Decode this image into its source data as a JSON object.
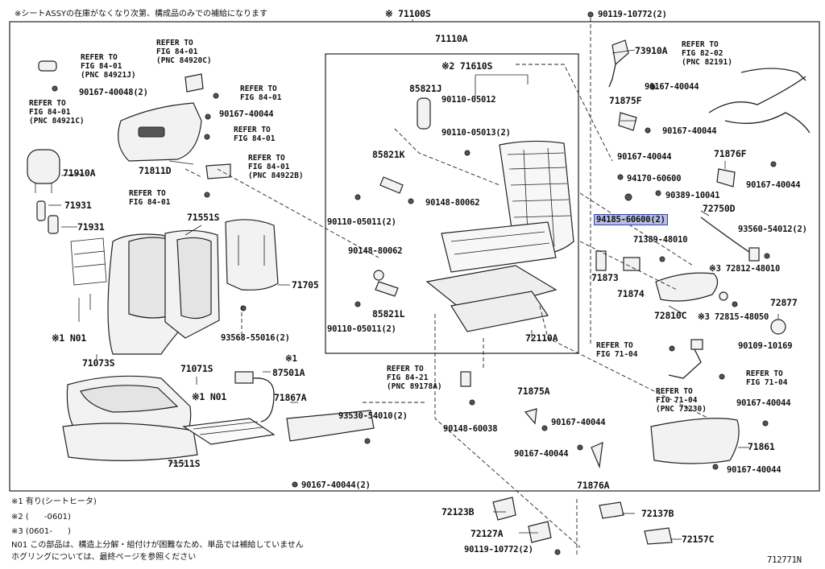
{
  "header_note": "※シートASSYの在庫がなくなり次第、構成品のみでの補給になります",
  "footer_notes": {
    "note1": "※1 有り(シートヒータ)",
    "note2": "※2 (      -0601)",
    "note3": "※3 (0601-      )",
    "note4": "N01 この部品は、構造上分解・組付けが困難なため、単品では補給していません",
    "note5": "ホグリングについては、最終ページを参照ください"
  },
  "figure_id": "712771N",
  "highlighted_part": "94185-60600(2)",
  "labels": {
    "p71100S": "※ 71100S",
    "p71110A": "71110A",
    "p71610S": "※2 71610S",
    "p85821J": "85821J",
    "p90110_05012": "90110-05012",
    "p90110_05013": "90110-05013(2)",
    "p85821K": "85821K",
    "p90148_80062a": "90148-80062",
    "p90110_05011a": "90110-05011(2)",
    "p90148_80062b": "90148-80062",
    "p85821L": "85821L",
    "p90110_05011b": "90110-05011(2)",
    "p72110A": "72110A",
    "p90119_10772a": "90119-10772(2)",
    "p73910A": "73910A",
    "p90167_40044a": "90167-40044",
    "p71875F": "71875F",
    "p90167_40044b": "90167-40044",
    "p90167_40044c": "90167-40044",
    "p71876F": "71876F",
    "p94170_60600": "94170-60600",
    "p90167_40044d": "90167-40044",
    "p90389_10041": "90389-10041",
    "p72750D": "72750D",
    "p93560_54012": "93560-54012(2)",
    "p71389_48010": "71389-48010",
    "p71873": "71873",
    "p71874": "71874",
    "p72812_48010": "※3 72812-48010",
    "p72810C": "72810C",
    "p72815_48050": "※3 72815-48050",
    "p72877": "72877",
    "p90109_10169": "90109-10169",
    "p90167_40044e": "90167-40044",
    "p71861": "71861",
    "p90167_40044f": "90167-40044",
    "p71811D": "71811D",
    "p90167_40048": "90167-40048(2)",
    "p90167_40044g": "90167-40044",
    "p71910A": "71910A",
    "p71931a": "71931",
    "p71931b": "71931",
    "p71551S": "71551S",
    "p71705": "71705",
    "p93568_55016": "93568-55016(2)",
    "pN01a": "※1 N01",
    "p71073S": "71073S",
    "p71071S": "71071S",
    "p87501A": "87501A",
    "pN01b": "※1 N01",
    "p71511S": "71511S",
    "p71867A": "71867A",
    "p93530_54010": "93530-54010(2)",
    "p90167_40044h": "90167-40044(2)",
    "p90148_60038": "90148-60038",
    "p71875A": "71875A",
    "p90167_40044i": "90167-40044",
    "p90167_40044j": "90167-40044",
    "p71876A": "71876A",
    "p72123B": "72123B",
    "p72127A": "72127A",
    "p90119_10772b": "90119-10772(2)",
    "p72137B": "72137B",
    "p72157C": "72157C",
    "note1mark": "※1"
  },
  "refs": {
    "r1": "REFER TO\nFIG 84-01\n(PNC 84921J)",
    "r2": "REFER TO\nFIG 84-01\n(PNC 84921C)",
    "r3": "REFER TO\nFIG 84-01\n(PNC 84920C)",
    "r4": "REFER TO\nFIG 84-01",
    "r5": "REFER TO\nFIG 84-01",
    "r6": "REFER TO\nFIG 84-01\n(PNC 84922B)",
    "r7": "REFER TO\nFIG 84-01",
    "r8": "REFER TO\nFIG 82-02\n(PNC 82191)",
    "r9": "REFER TO\nFIG 71-04",
    "r10": "REFER TO\nFIG 71-04",
    "r11": "REFER TO\nFIG 71-04\n(PNC 73230)",
    "r12": "REFER TO\nFIG 84-21\n(PNC 89178A)"
  }
}
